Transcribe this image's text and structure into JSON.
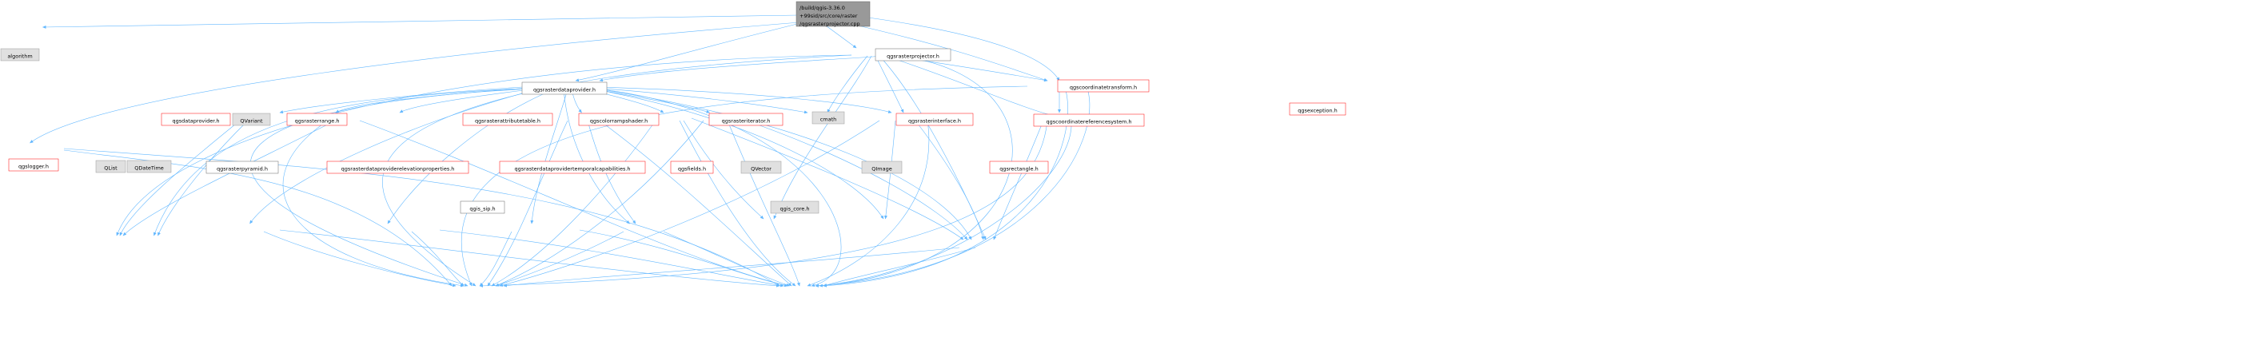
{
  "graph": {
    "nodes": {
      "root": [
        "/build/qgis-3.36.0",
        "+99sid/src/core/raster",
        "/qgsrasterprojector.cpp"
      ],
      "algorithm": "algorithm",
      "qgsrasterprojector_h": "qgsrasterprojector.h",
      "qgsexception_h": "qgsexception.h",
      "qgsrasterdataprovider_h": "qgsrasterdataprovider.h",
      "qgscoordinatetransform_h": "qgscoordinatetransform.h",
      "qgscoordinatereferencesystem_h": "qgscoordinatereferencesystem.h",
      "qgsdataprovider_h": "qgsdataprovider.h",
      "qvariant": "QVariant",
      "qgsrasterrange_h": "qgsrasterrange.h",
      "qgsrasterattributetable_h": "qgsrasterattributetable.h",
      "qgscolorrampshader_h": "qgscolorrampshader.h",
      "qgsrasteriterator_h": "qgsrasteriterator.h",
      "cmath": "cmath",
      "qgsrasterinterface_h": "qgsrasterinterface.h",
      "qgslogger_h": "qgslogger.h",
      "qlist": "QList",
      "qdatetime": "QDateTime",
      "qgsrasterpyramid_h": "qgsrasterpyramid.h",
      "qgsrasterdataproviderelevationproperties_h": "qgsrasterdataproviderelevationproperties.h",
      "qgsrasterdataprovidertemporalcapabilities_h": "qgsrasterdataprovidertemporalcapabilities.h",
      "qgsfields_h": "qgsfields.h",
      "qvector": "QVector",
      "qimage": "QImage",
      "qgsrectangle_h": "qgsrectangle.h",
      "qgis_sip_h": "qgis_sip.h",
      "qgis_core_h": "qgis_core.h"
    }
  },
  "colors": {
    "edge": "#63b8ff",
    "focus_fill": "#999999",
    "red_border": "#ff0000",
    "grey_fill": "#e0e0e0"
  }
}
